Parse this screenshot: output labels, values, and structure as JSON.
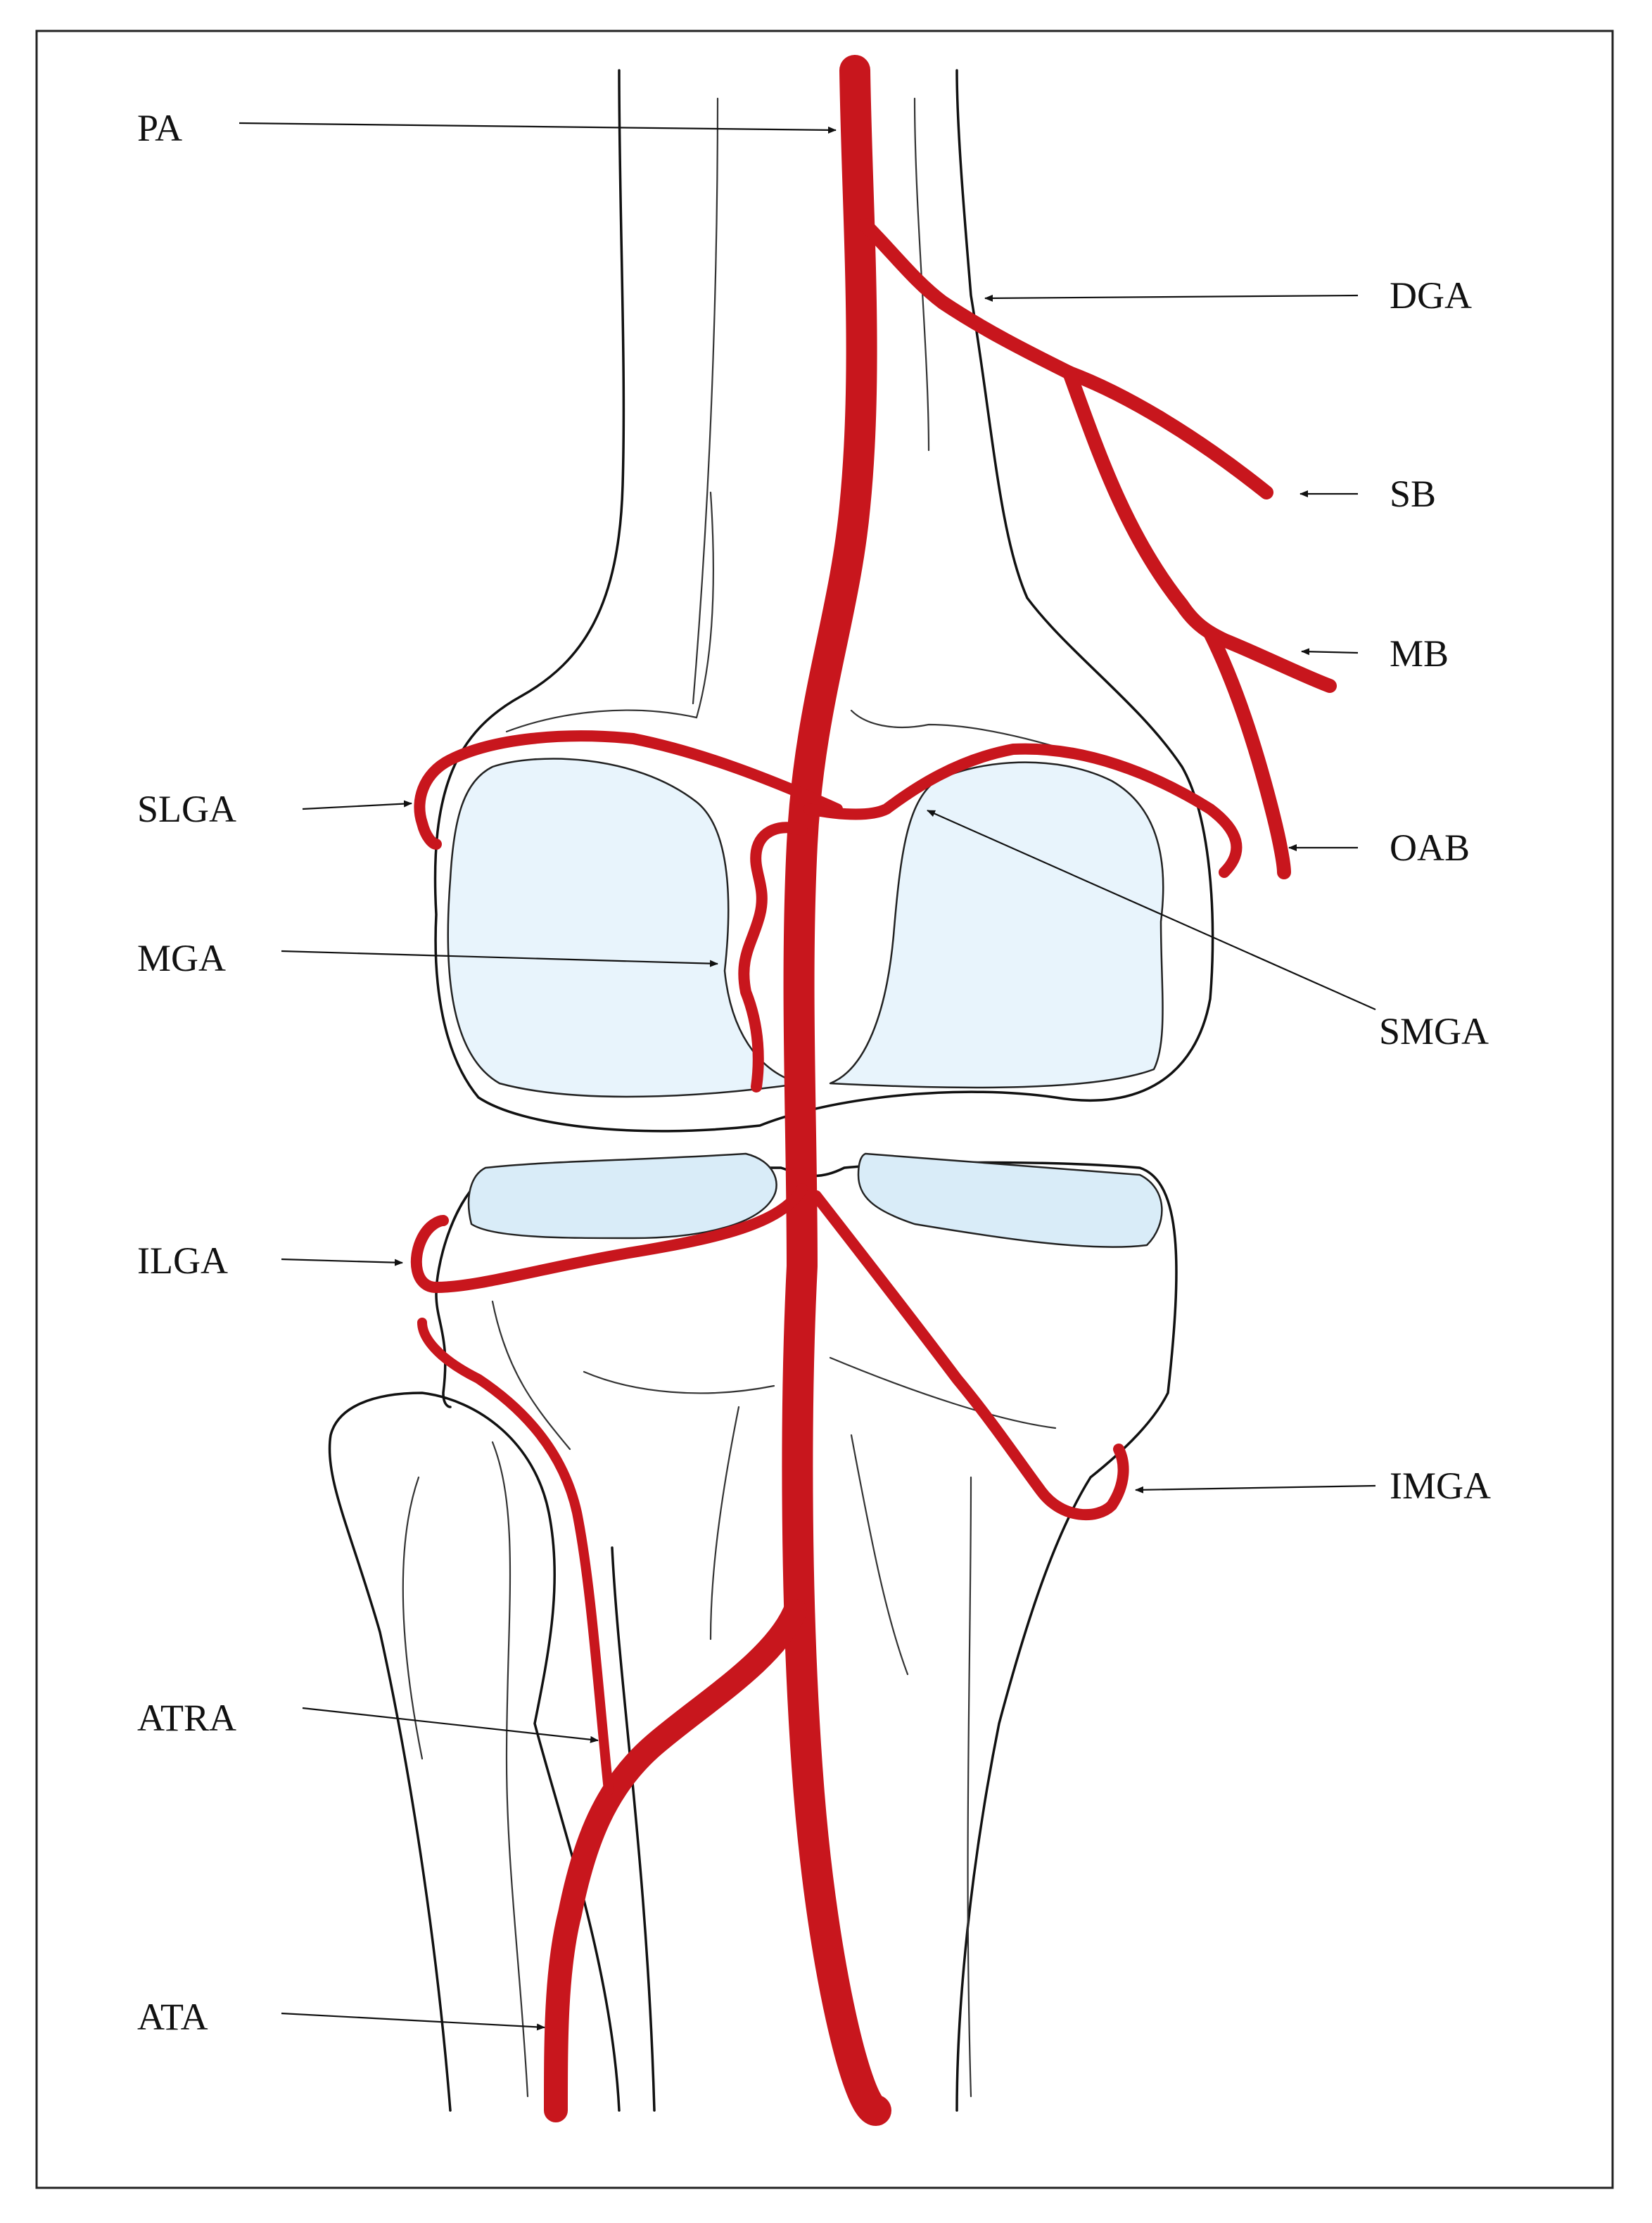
{
  "colors": {
    "artery": "#c8161d",
    "cartilage_upper": "#e8f4fc",
    "cartilage_lower": "#d9ecf8",
    "outline": "#111111"
  },
  "labels": {
    "pa": "PA",
    "dga": "DGA",
    "sb": "SB",
    "mb": "MB",
    "oab": "OAB",
    "slga": "SLGA",
    "mga": "MGA",
    "smga": "SMGA",
    "ilga": "ILGA",
    "imga": "IMGA",
    "atra": "ATRA",
    "ata": "ATA"
  }
}
